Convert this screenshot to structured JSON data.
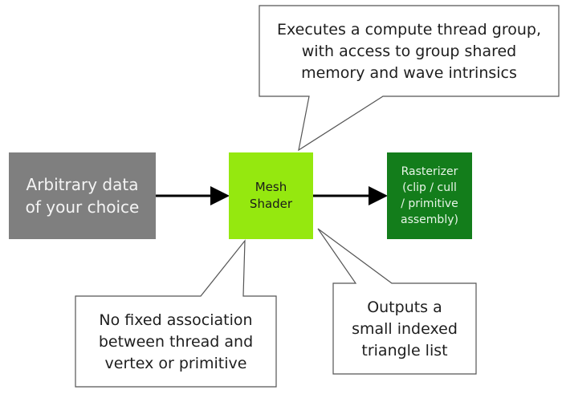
{
  "colors": {
    "input_box": "#7f7f7f",
    "mesh_shader_box": "#95e80f",
    "rasterizer_box": "#137d1b",
    "arrow": "#000000",
    "callout_border": "#555555",
    "callout_fill": "#ffffff"
  },
  "nodes": {
    "input": {
      "label": "Arbitrary data\nof your choice"
    },
    "mesh_shader": {
      "label": "Mesh\nShader"
    },
    "rasterizer": {
      "label": "Rasterizer\n(clip / cull\n/ primitive\nassembly)"
    }
  },
  "edges": [
    {
      "from": "input",
      "to": "mesh_shader"
    },
    {
      "from": "mesh_shader",
      "to": "rasterizer"
    }
  ],
  "callouts": {
    "top": {
      "text": "Executes a compute thread group,\nwith access to group shared\nmemory and wave intrinsics",
      "target": "mesh_shader"
    },
    "bottom_left": {
      "text": "No fixed association\nbetween thread and\nvertex or primitive",
      "target": "mesh_shader"
    },
    "bottom_right": {
      "text": "Outputs a\nsmall indexed\ntriangle list",
      "target": "mesh_shader"
    }
  }
}
